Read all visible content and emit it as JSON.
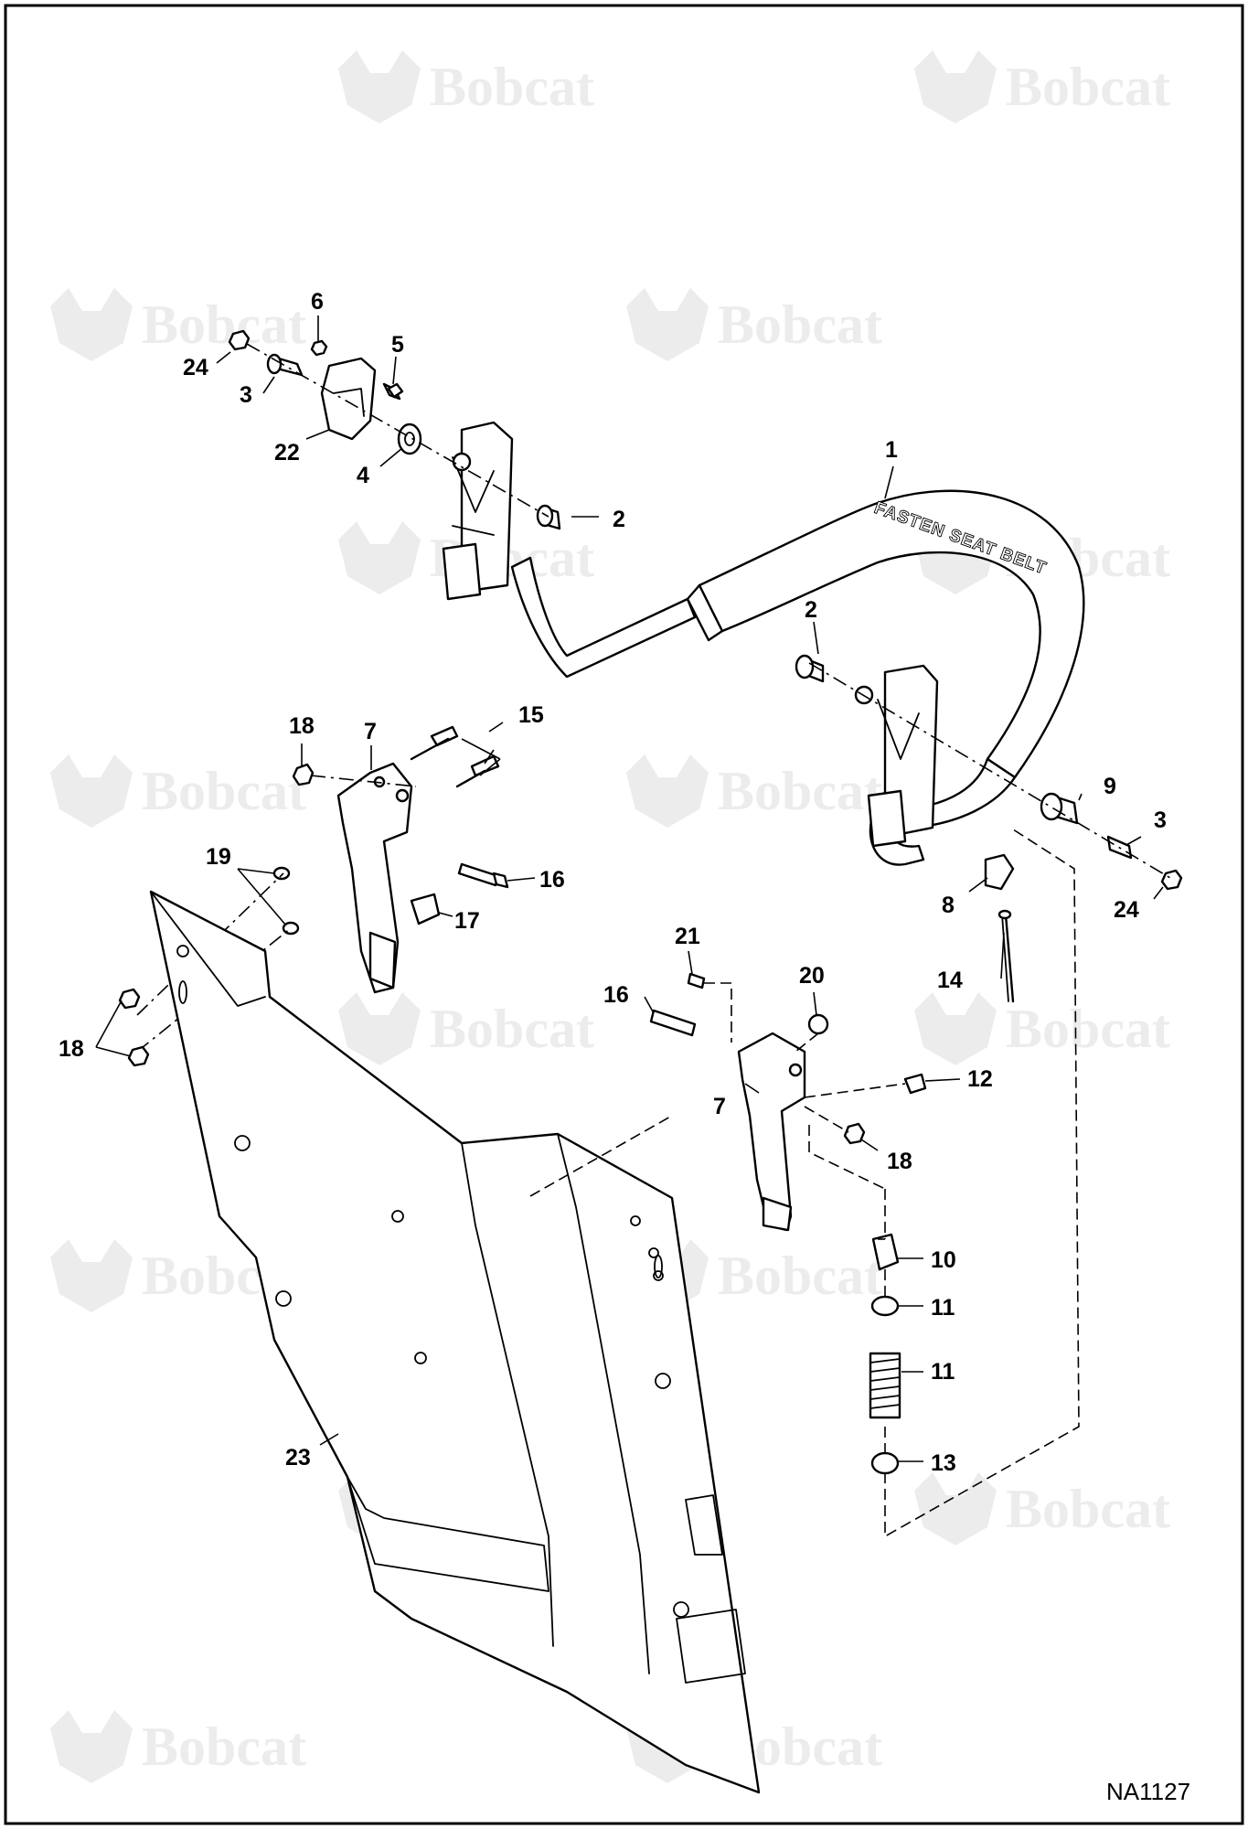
{
  "watermark": {
    "brand": "Bobcat"
  },
  "figure_id": "NA1127",
  "belt_label": "FASTEN SEAT BELT",
  "callouts": [
    {
      "id": "c1",
      "label": "1"
    },
    {
      "id": "c2a",
      "label": "2"
    },
    {
      "id": "c2b",
      "label": "2"
    },
    {
      "id": "c3a",
      "label": "3"
    },
    {
      "id": "c3b",
      "label": "3"
    },
    {
      "id": "c4",
      "label": "4"
    },
    {
      "id": "c5",
      "label": "5"
    },
    {
      "id": "c6",
      "label": "6"
    },
    {
      "id": "c7a",
      "label": "7"
    },
    {
      "id": "c7b",
      "label": "7"
    },
    {
      "id": "c8",
      "label": "8"
    },
    {
      "id": "c9",
      "label": "9"
    },
    {
      "id": "c10",
      "label": "10"
    },
    {
      "id": "c11a",
      "label": "11"
    },
    {
      "id": "c11b",
      "label": "11"
    },
    {
      "id": "c12",
      "label": "12"
    },
    {
      "id": "c13",
      "label": "13"
    },
    {
      "id": "c14",
      "label": "14"
    },
    {
      "id": "c15",
      "label": "15"
    },
    {
      "id": "c16a",
      "label": "16"
    },
    {
      "id": "c16b",
      "label": "16"
    },
    {
      "id": "c17",
      "label": "17"
    },
    {
      "id": "c18a",
      "label": "18"
    },
    {
      "id": "c18b",
      "label": "18"
    },
    {
      "id": "c18c",
      "label": "18"
    },
    {
      "id": "c19",
      "label": "19"
    },
    {
      "id": "c20",
      "label": "20"
    },
    {
      "id": "c21",
      "label": "21"
    },
    {
      "id": "c22",
      "label": "22"
    },
    {
      "id": "c23",
      "label": "23"
    },
    {
      "id": "c24a",
      "label": "24"
    },
    {
      "id": "c24b",
      "label": "24"
    }
  ]
}
